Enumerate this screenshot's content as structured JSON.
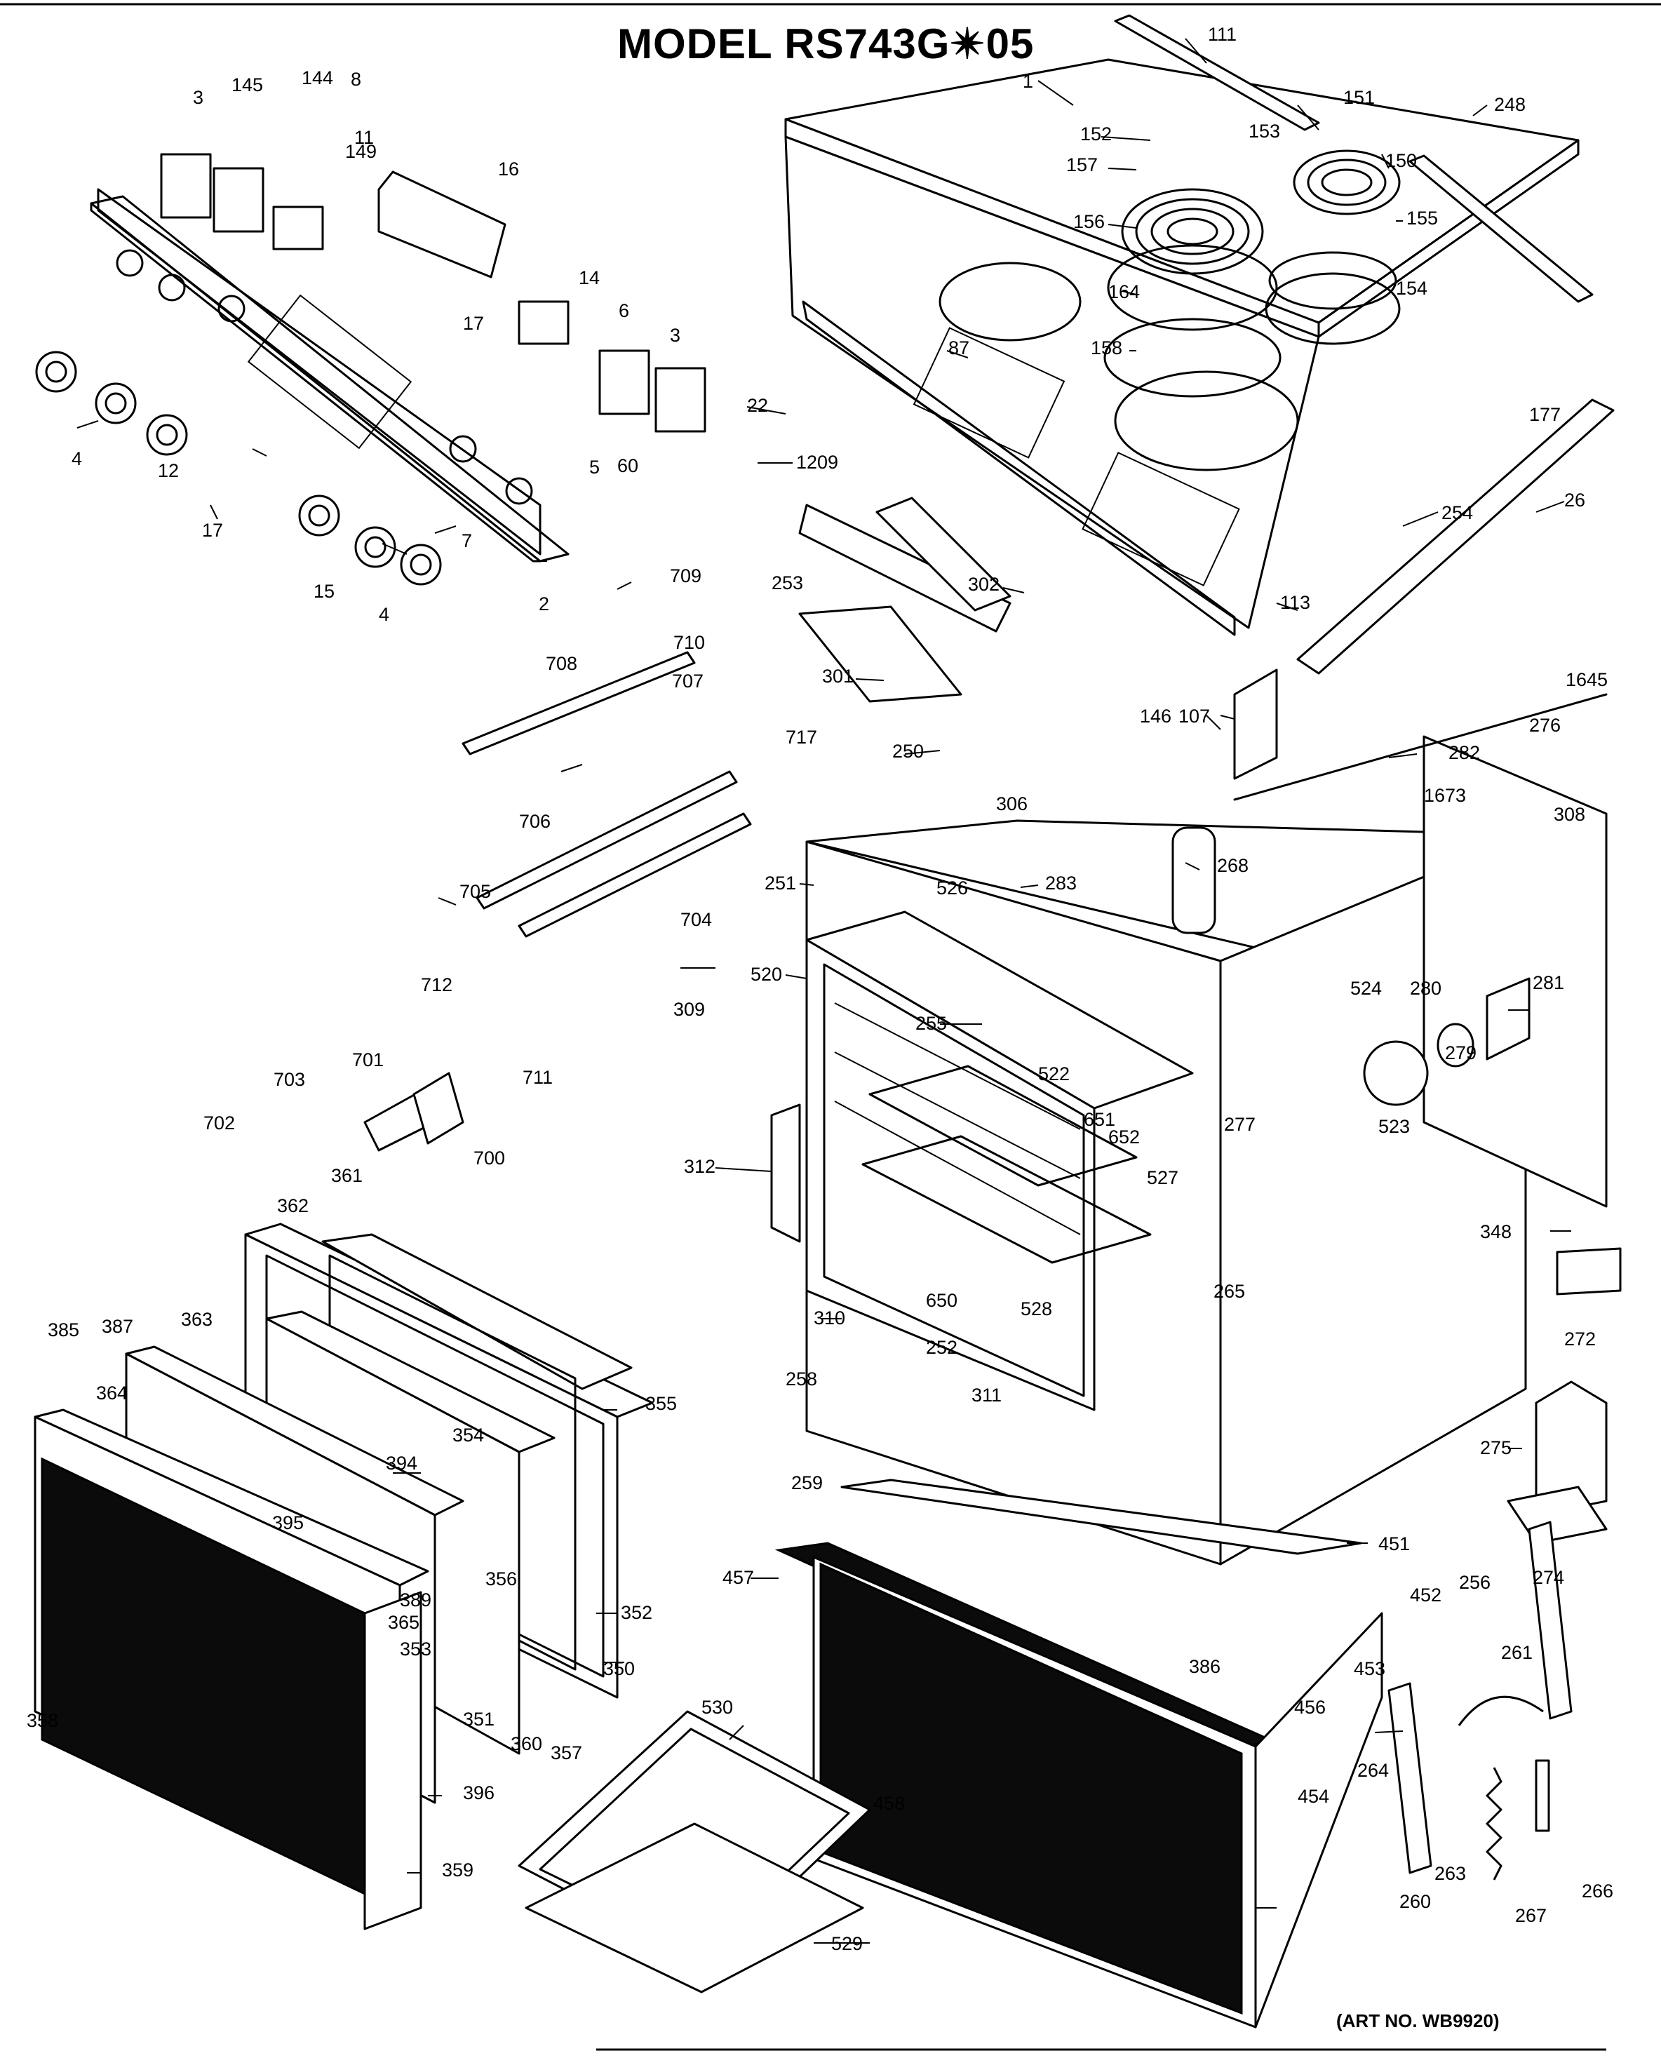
{
  "header": {
    "title": "MODEL RS743G✴05"
  },
  "footer": {
    "art_number": "(ART NO. WB9920)"
  },
  "callouts": [
    {
      "id": "c1",
      "text": "1"
    },
    {
      "id": "c111",
      "text": "111"
    },
    {
      "id": "c151",
      "text": "151"
    },
    {
      "id": "c248",
      "text": "248"
    },
    {
      "id": "c152",
      "text": "152"
    },
    {
      "id": "c153",
      "text": "153"
    },
    {
      "id": "c157",
      "text": "157"
    },
    {
      "id": "c150",
      "text": "150"
    },
    {
      "id": "c156",
      "text": "156"
    },
    {
      "id": "c155",
      "text": "155"
    },
    {
      "id": "c164",
      "text": "164"
    },
    {
      "id": "c154",
      "text": "154"
    },
    {
      "id": "c158",
      "text": "158"
    },
    {
      "id": "c87",
      "text": "87"
    },
    {
      "id": "c22",
      "text": "22"
    },
    {
      "id": "c177",
      "text": "177"
    },
    {
      "id": "c1209",
      "text": "1209"
    },
    {
      "id": "c26",
      "text": "26"
    },
    {
      "id": "c254",
      "text": "254"
    },
    {
      "id": "c253",
      "text": "253"
    },
    {
      "id": "c302",
      "text": "302"
    },
    {
      "id": "c113",
      "text": "113"
    },
    {
      "id": "c301",
      "text": "301"
    },
    {
      "id": "c146",
      "text": "146"
    },
    {
      "id": "c107",
      "text": "107"
    },
    {
      "id": "c1645",
      "text": "1645"
    },
    {
      "id": "c276",
      "text": "276"
    },
    {
      "id": "c250",
      "text": "250"
    },
    {
      "id": "c282",
      "text": "282"
    },
    {
      "id": "c306",
      "text": "306"
    },
    {
      "id": "c1673",
      "text": "1673"
    },
    {
      "id": "c308",
      "text": "308"
    },
    {
      "id": "c268",
      "text": "268"
    },
    {
      "id": "c526",
      "text": "526"
    },
    {
      "id": "c283",
      "text": "283"
    },
    {
      "id": "c251",
      "text": "251"
    },
    {
      "id": "c520",
      "text": "520"
    },
    {
      "id": "c524",
      "text": "524"
    },
    {
      "id": "c280",
      "text": "280"
    },
    {
      "id": "c281",
      "text": "281"
    },
    {
      "id": "c309",
      "text": "309"
    },
    {
      "id": "c255",
      "text": "255"
    },
    {
      "id": "c279",
      "text": "279"
    },
    {
      "id": "c522",
      "text": "522"
    },
    {
      "id": "c277",
      "text": "277"
    },
    {
      "id": "c651",
      "text": "651"
    },
    {
      "id": "c652",
      "text": "652"
    },
    {
      "id": "c523",
      "text": "523"
    },
    {
      "id": "c312",
      "text": "312"
    },
    {
      "id": "c527",
      "text": "527"
    },
    {
      "id": "c348",
      "text": "348"
    },
    {
      "id": "c265",
      "text": "265"
    },
    {
      "id": "c650",
      "text": "650"
    },
    {
      "id": "c528",
      "text": "528"
    },
    {
      "id": "c272",
      "text": "272"
    },
    {
      "id": "c310",
      "text": "310"
    },
    {
      "id": "c252",
      "text": "252"
    },
    {
      "id": "c311",
      "text": "311"
    },
    {
      "id": "c258",
      "text": "258"
    },
    {
      "id": "c259",
      "text": "259"
    },
    {
      "id": "c275",
      "text": "275"
    },
    {
      "id": "c451",
      "text": "451"
    },
    {
      "id": "c256",
      "text": "256"
    },
    {
      "id": "c274",
      "text": "274"
    },
    {
      "id": "c457",
      "text": "457"
    },
    {
      "id": "c452",
      "text": "452"
    },
    {
      "id": "c453",
      "text": "453"
    },
    {
      "id": "c386",
      "text": "386"
    },
    {
      "id": "c261",
      "text": "261"
    },
    {
      "id": "c456",
      "text": "456"
    },
    {
      "id": "c530",
      "text": "530"
    },
    {
      "id": "c264",
      "text": "264"
    },
    {
      "id": "c454",
      "text": "454"
    },
    {
      "id": "c458",
      "text": "458"
    },
    {
      "id": "c263",
      "text": "263"
    },
    {
      "id": "c260",
      "text": "260"
    },
    {
      "id": "c267",
      "text": "267"
    },
    {
      "id": "c266",
      "text": "266"
    },
    {
      "id": "c529",
      "text": "529"
    },
    {
      "id": "c145",
      "text": "145"
    },
    {
      "id": "c144",
      "text": "144"
    },
    {
      "id": "c8",
      "text": "8"
    },
    {
      "id": "c3a",
      "text": "3"
    },
    {
      "id": "c11",
      "text": "11"
    },
    {
      "id": "c149",
      "text": "149"
    },
    {
      "id": "c16",
      "text": "16"
    },
    {
      "id": "c14",
      "text": "14"
    },
    {
      "id": "c6",
      "text": "6"
    },
    {
      "id": "c3b",
      "text": "3"
    },
    {
      "id": "c17a",
      "text": "17"
    },
    {
      "id": "c4a",
      "text": "4"
    },
    {
      "id": "c12",
      "text": "12"
    },
    {
      "id": "c17b",
      "text": "17"
    },
    {
      "id": "c5",
      "text": "5"
    },
    {
      "id": "c60",
      "text": "60"
    },
    {
      "id": "c7",
      "text": "7"
    },
    {
      "id": "c15",
      "text": "15"
    },
    {
      "id": "c4b",
      "text": "4"
    },
    {
      "id": "c2",
      "text": "2"
    },
    {
      "id": "c709",
      "text": "709"
    },
    {
      "id": "c710",
      "text": "710"
    },
    {
      "id": "c708",
      "text": "708"
    },
    {
      "id": "c707",
      "text": "707"
    },
    {
      "id": "c717",
      "text": "717"
    },
    {
      "id": "c706",
      "text": "706"
    },
    {
      "id": "c705",
      "text": "705"
    },
    {
      "id": "c704",
      "text": "704"
    },
    {
      "id": "c712",
      "text": "712"
    },
    {
      "id": "c711",
      "text": "711"
    },
    {
      "id": "c701",
      "text": "701"
    },
    {
      "id": "c703",
      "text": "703"
    },
    {
      "id": "c702",
      "text": "702"
    },
    {
      "id": "c700",
      "text": "700"
    },
    {
      "id": "c361",
      "text": "361"
    },
    {
      "id": "c362",
      "text": "362"
    },
    {
      "id": "c363",
      "text": "363"
    },
    {
      "id": "c385",
      "text": "385"
    },
    {
      "id": "c387",
      "text": "387"
    },
    {
      "id": "c364",
      "text": "364"
    },
    {
      "id": "c355",
      "text": "355"
    },
    {
      "id": "c354",
      "text": "354"
    },
    {
      "id": "c394",
      "text": "394"
    },
    {
      "id": "c395",
      "text": "395"
    },
    {
      "id": "c356",
      "text": "356"
    },
    {
      "id": "c389",
      "text": "389"
    },
    {
      "id": "c365",
      "text": "365"
    },
    {
      "id": "c352",
      "text": "352"
    },
    {
      "id": "c353",
      "text": "353"
    },
    {
      "id": "c350",
      "text": "350"
    },
    {
      "id": "c358",
      "text": "358"
    },
    {
      "id": "c351",
      "text": "351"
    },
    {
      "id": "c360",
      "text": "360"
    },
    {
      "id": "c357",
      "text": "357"
    },
    {
      "id": "c396",
      "text": "396"
    },
    {
      "id": "c359",
      "text": "359"
    }
  ]
}
